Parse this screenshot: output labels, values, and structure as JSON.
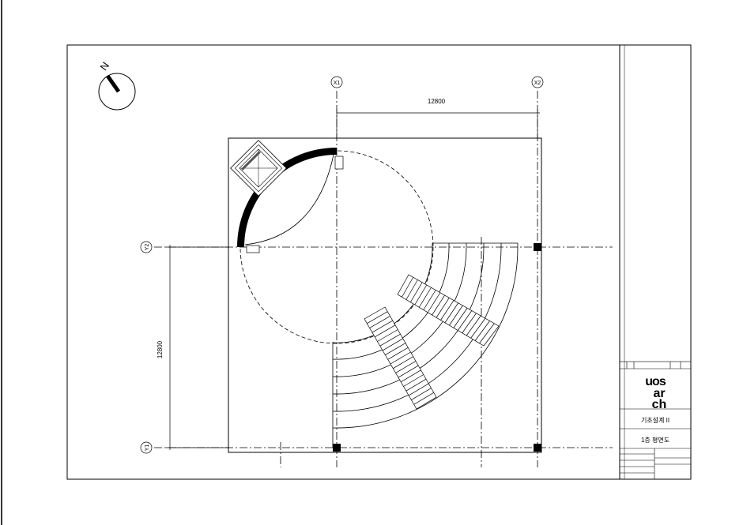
{
  "drawing": {
    "north_label": "N",
    "grid": {
      "x1": "X1",
      "x2": "X2",
      "y1": "Y1",
      "y2": "Y2"
    },
    "dimensions": {
      "horizontal": "12800",
      "vertical": "12800"
    }
  },
  "title_block": {
    "logo_text": "uos arch",
    "project_title": "기초설계 II",
    "drawing_title": "1층 평면도"
  }
}
